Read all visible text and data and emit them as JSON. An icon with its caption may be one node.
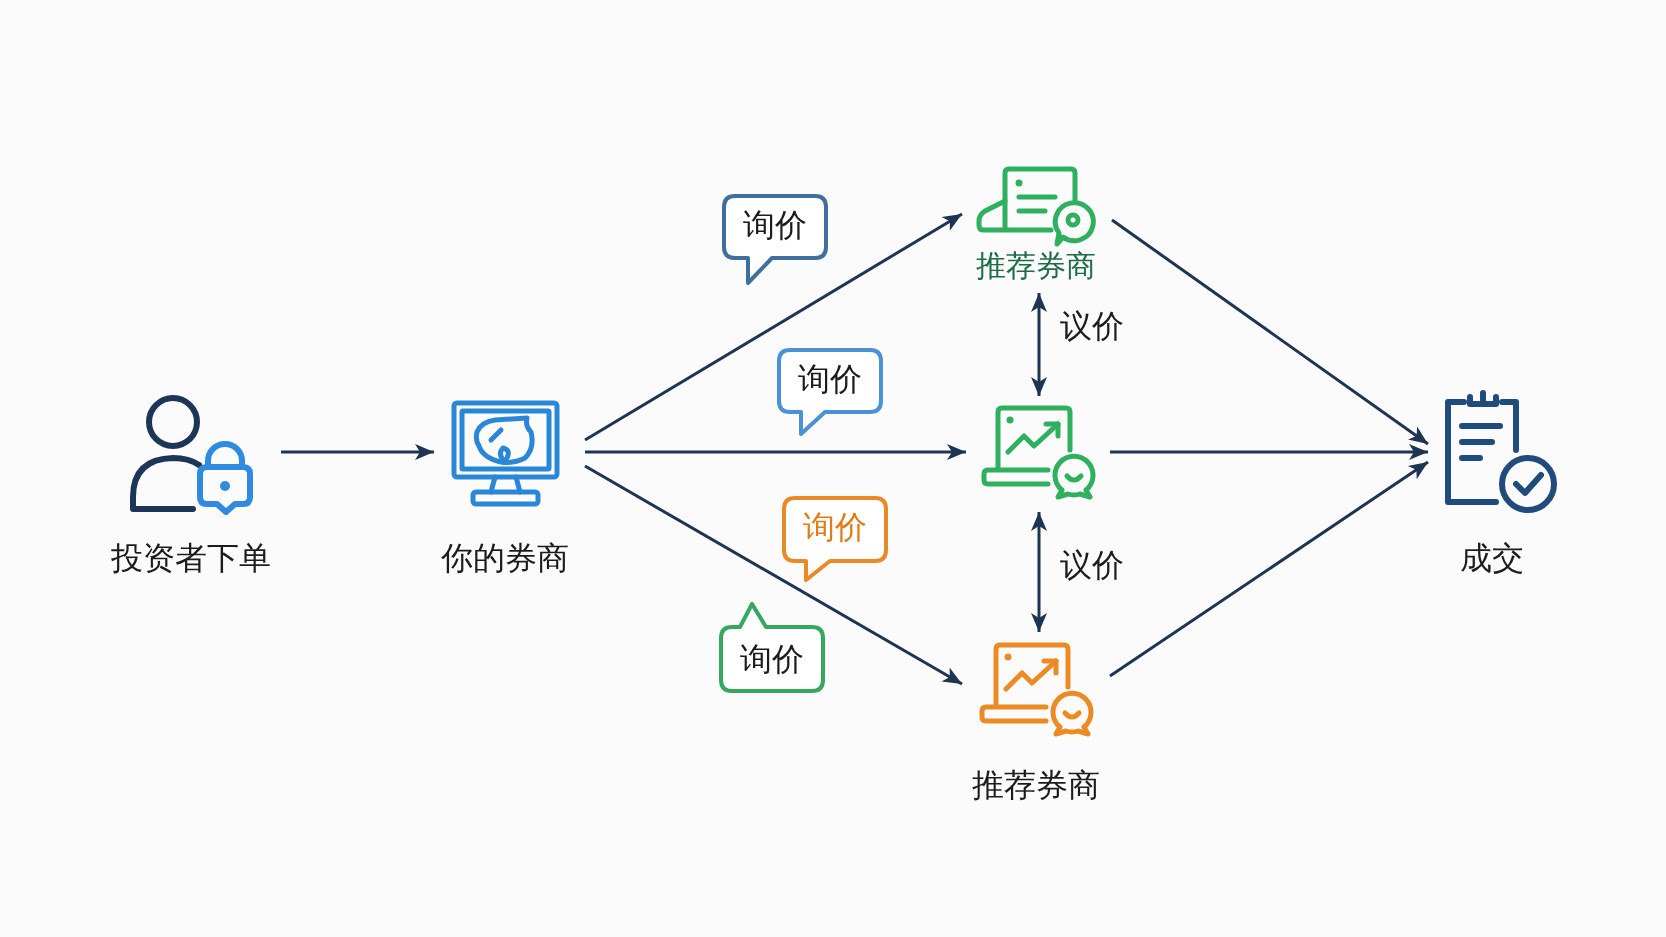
{
  "diagram": {
    "nodes": [
      {
        "text": [
          "投资者下单"
        ]
      },
      {
        "text": [
          "你的券商"
        ]
      },
      {
        "text": [
          "推荐券商"
        ]
      },
      {
        "text": [],
        "shape": "picture"
      },
      {
        "text": [
          "推荐券商"
        ]
      },
      {
        "text": [
          "成交"
        ]
      },
      {
        "text": [
          "询价"
        ]
      },
      {
        "text": [
          "询价"
        ]
      },
      {
        "text": [
          "询价"
        ]
      },
      {
        "text": [
          "询价"
        ]
      }
    ],
    "edges": [
      {
        "from": 0,
        "to": 1,
        "arrow": "to"
      },
      {
        "from": 1,
        "to": 2,
        "arrow": "to"
      },
      {
        "from": 1,
        "to": 3,
        "arrow": "to"
      },
      {
        "from": 1,
        "to": 4,
        "arrow": "to"
      },
      {
        "from": 2,
        "to": 3,
        "arrow": "both",
        "label": "议价"
      },
      {
        "from": 3,
        "to": 4,
        "arrow": "both",
        "label": "议价"
      },
      {
        "from": 2,
        "to": 5,
        "arrow": "to"
      },
      {
        "from": 3,
        "to": 5,
        "arrow": "to"
      },
      {
        "from": 4,
        "to": 5,
        "arrow": "to"
      }
    ]
  }
}
